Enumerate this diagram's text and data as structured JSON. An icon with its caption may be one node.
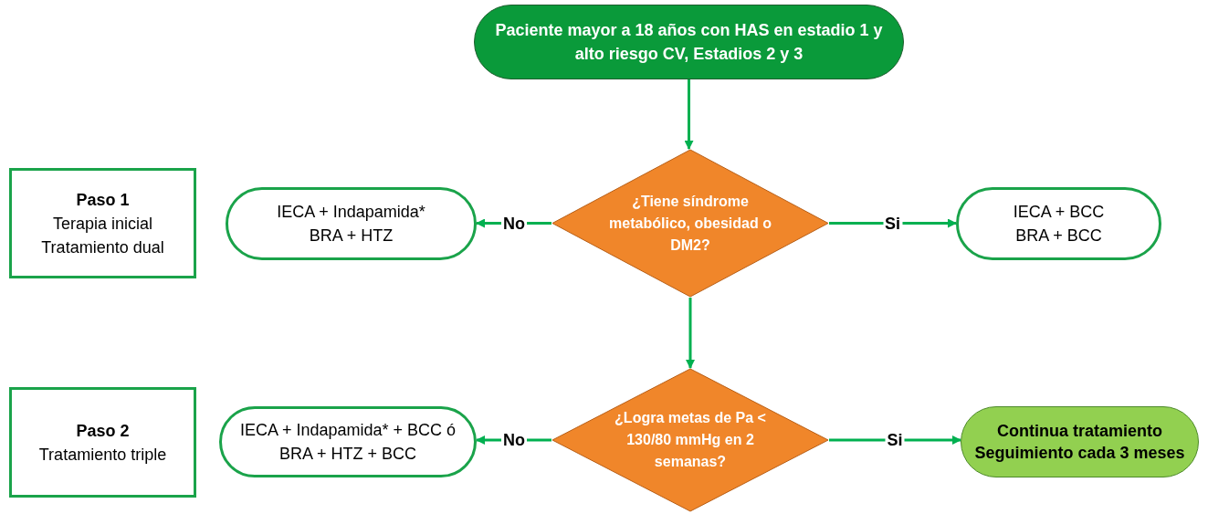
{
  "diagram": {
    "nodes": [
      {
        "text": [
          "Paciente mayor a 18 años con HAS en estadio 1 y alto riesgo CV, Estadios 2 y 3"
        ]
      },
      {
        "text": [
          "Paso 1",
          "Terapia inicial",
          "Tratamiento dual"
        ]
      },
      {
        "text": [
          "IECA + Indapamida*",
          "BRA + HTZ"
        ]
      },
      {
        "text": [
          "¿Tiene síndrome metabólico, obesidad o DM2?"
        ]
      },
      {
        "text": [
          "IECA + BCC",
          "BRA + BCC"
        ]
      },
      {
        "text": [
          "Paso 2",
          "Tratamiento triple"
        ]
      },
      {
        "text": [
          "IECA + Indapamida* + BCC ó",
          "BRA + HTZ + BCC"
        ]
      },
      {
        "text": [
          "¿Logra metas de Pa < 130/80 mmHg en 2 semanas?"
        ]
      },
      {
        "text": [
          "Continua tratamiento Seguimiento cada 3 meses"
        ]
      }
    ],
    "edges": [
      {
        "from": 0,
        "to": 3,
        "arrow": "to"
      },
      {
        "from": 3,
        "to": 2,
        "arrow": "to",
        "label": "No"
      },
      {
        "from": 3,
        "to": 4,
        "arrow": "to",
        "label": "Si"
      },
      {
        "from": 3,
        "to": 7,
        "arrow": "to"
      },
      {
        "from": 7,
        "to": 6,
        "arrow": "to",
        "label": "No"
      },
      {
        "from": 7,
        "to": 8,
        "arrow": "to",
        "label": "Si"
      }
    ]
  }
}
